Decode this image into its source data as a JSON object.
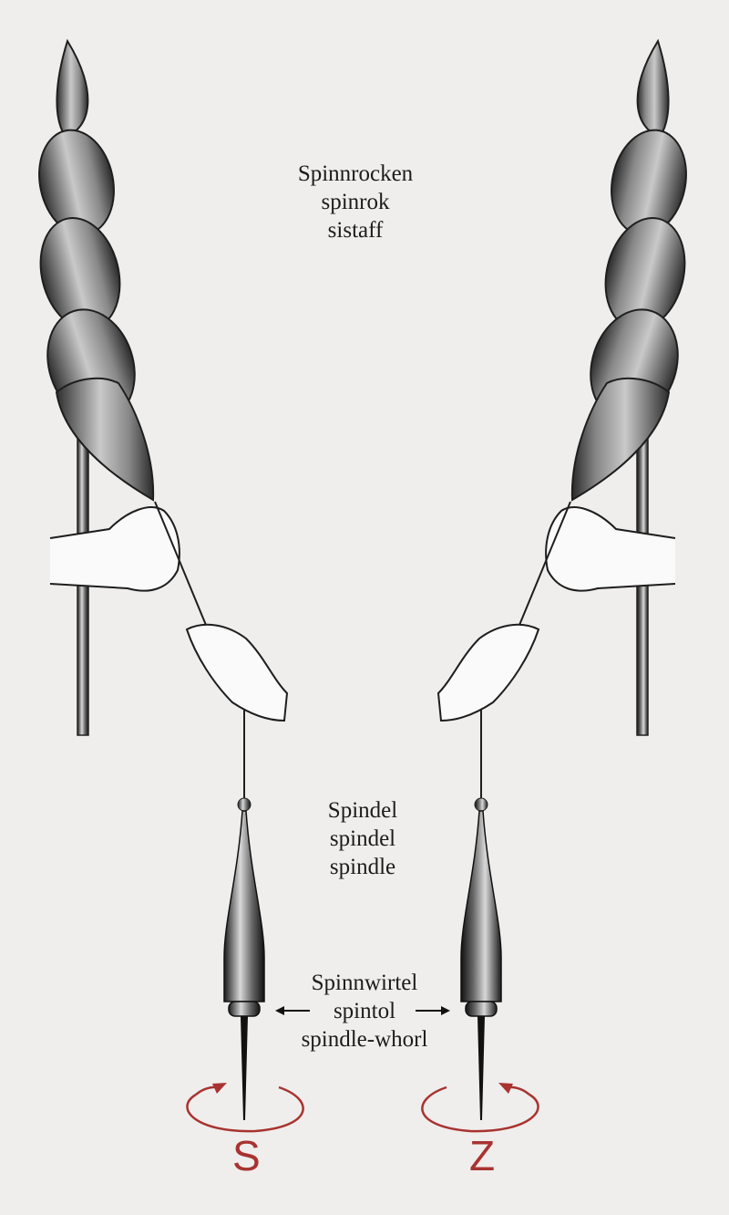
{
  "labels": {
    "distaff": [
      "Spinnrocken",
      "spinrok",
      "sistaff"
    ],
    "spindle": [
      "Spindel",
      "spindel",
      "spindle"
    ],
    "whorl": [
      "Spinnwirtel",
      "spintol",
      "spindle-whorl"
    ]
  },
  "twist_directions": {
    "left": "S",
    "right": "Z"
  },
  "colors": {
    "background": "#efeeec",
    "arrow_red": "#a83330",
    "ink": "#1c1c1c"
  }
}
